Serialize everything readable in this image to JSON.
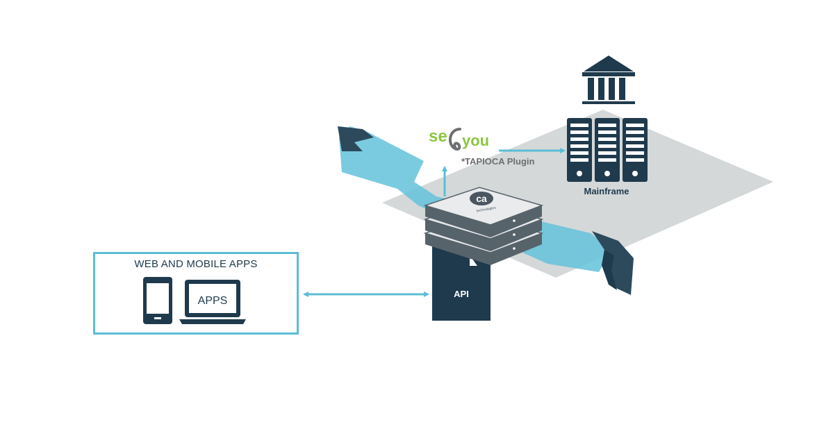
{
  "apps_panel": {
    "title": "WEB AND MOBILE APPS",
    "laptop_label": "APPS"
  },
  "api_label": "API",
  "gateway_logo": "ca",
  "gateway_caption": "technologies",
  "plugin_brand": {
    "part1": "se",
    "part2": "you"
  },
  "plugin_label": "*TAPIOCA Plugin",
  "mainframe_label": "Mainframe",
  "colors": {
    "accent": "#5bbdd6",
    "dark": "#1f3a4d",
    "brand_green": "#8cc63f",
    "plane": "#d4d8d9",
    "label_gray": "#6d6e70"
  }
}
